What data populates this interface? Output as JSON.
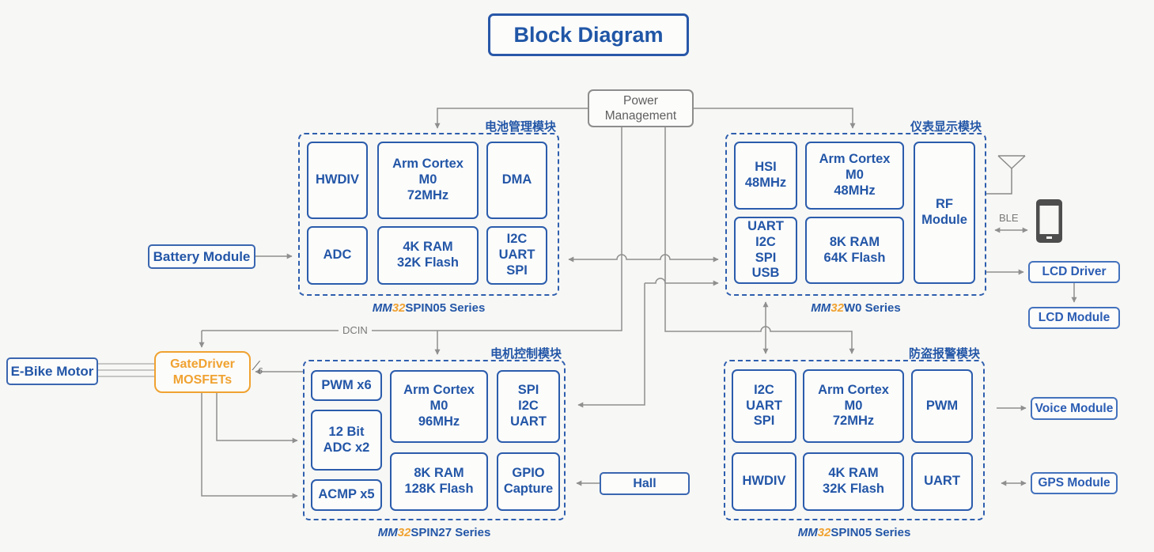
{
  "title": "Block Diagram",
  "power_management": {
    "label": "Power\nManagement"
  },
  "colors": {
    "blue": "#2356a7",
    "orange": "#f0a231",
    "wire": "#8f8f8f"
  },
  "wire_labels": {
    "dcin": "DCIN",
    "ble": "BLE",
    "slash": "∕",
    "pwm_lines": "6"
  },
  "modules": [
    {
      "id": "battery-management",
      "label": "电池管理模块",
      "series": {
        "mm": "MM",
        "num": "32",
        "rest": "SPIN05 Series"
      },
      "blocks": [
        "HWDIV",
        "Arm Cortex\nM0\n72MHz",
        "DMA",
        "ADC",
        "4K RAM\n32K Flash",
        "I2C\nUART\nSPI"
      ]
    },
    {
      "id": "instrument-display",
      "label": "仪表显示模块",
      "series": {
        "mm": "MM",
        "num": "32",
        "rest": "W0 Series"
      },
      "blocks": [
        "HSI\n48MHz",
        "Arm Cortex\nM0\n48MHz",
        "RF\nModule",
        "UART\nI2C\nSPI\nUSB",
        "8K RAM\n64K Flash"
      ]
    },
    {
      "id": "motor-control",
      "label": "电机控制模块",
      "series": {
        "mm": "MM",
        "num": "32",
        "rest": "SPIN27 Series"
      },
      "blocks": [
        "PWM x6",
        "12 Bit\nADC x2",
        "ACMP x5",
        "Arm Cortex\nM0\n96MHz",
        "8K RAM\n128K Flash",
        "SPI\nI2C\nUART",
        "GPIO\nCapture"
      ]
    },
    {
      "id": "anti-theft-alarm",
      "label": "防盗报警模块",
      "series": {
        "mm": "MM",
        "num": "32",
        "rest": "SPIN05 Series"
      },
      "blocks": [
        "I2C\nUART\nSPI",
        "Arm Cortex\nM0\n72MHz",
        "PWM",
        "HWDIV",
        "4K RAM\n32K Flash",
        "UART"
      ]
    }
  ],
  "external": {
    "battery_module": "Battery Module",
    "ebike_motor": "E-Bike Motor",
    "gate_driver": "GateDriver\nMOSFETs",
    "hall": "Hall",
    "lcd_driver": "LCD Driver",
    "lcd_module": "LCD Module",
    "voice_module": "Voice Module",
    "gps_module": "GPS Module"
  },
  "icons": {
    "antenna": "antenna",
    "phone": "smartphone"
  }
}
